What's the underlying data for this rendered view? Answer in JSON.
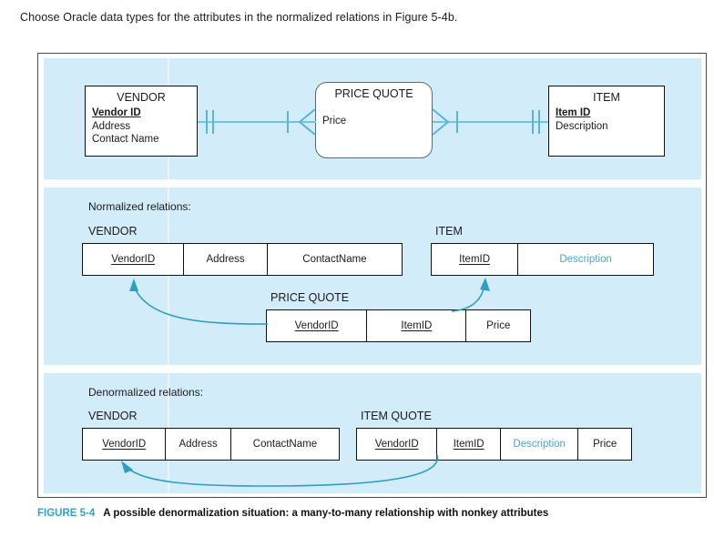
{
  "prompt": "Choose Oracle data types for the attributes in the normalized relations in Figure 5-4b.",
  "colors": {
    "panel_background": "#d3ecf9",
    "highlight_attribute": "#4ba3d8",
    "arrow": "#2a9fc4",
    "figure_number": "#29a3d9",
    "border": "#111111"
  },
  "er_diagram": {
    "entities": [
      {
        "name": "VENDOR",
        "type": "entity",
        "attributes": [
          {
            "label": "Vendor ID",
            "key": true
          },
          {
            "label": "Address",
            "key": false
          },
          {
            "label": "Contact Name",
            "key": false
          }
        ]
      },
      {
        "name": "PRICE QUOTE",
        "type": "associative-entity",
        "attributes": [
          {
            "label": "Price",
            "key": false
          }
        ]
      },
      {
        "name": "ITEM",
        "type": "entity",
        "attributes": [
          {
            "label": "Item ID",
            "key": true
          },
          {
            "label": "Description",
            "key": false
          }
        ]
      }
    ],
    "relationships": [
      {
        "from": "VENDOR",
        "to": "PRICE QUOTE",
        "from_cardinality": "mandatory-one",
        "to_cardinality": "mandatory-many"
      },
      {
        "from": "PRICE QUOTE",
        "to": "ITEM",
        "from_cardinality": "mandatory-many",
        "to_cardinality": "mandatory-one"
      }
    ]
  },
  "normalized": {
    "section_label": "Normalized relations:",
    "relations": [
      {
        "name": "VENDOR",
        "columns": [
          {
            "label": "VendorID",
            "key": true,
            "highlight": false
          },
          {
            "label": "Address",
            "key": false,
            "highlight": false
          },
          {
            "label": "ContactName",
            "key": false,
            "highlight": false
          }
        ]
      },
      {
        "name": "ITEM",
        "columns": [
          {
            "label": "ItemID",
            "key": true,
            "highlight": false
          },
          {
            "label": "Description",
            "key": false,
            "highlight": true
          }
        ]
      },
      {
        "name": "PRICE QUOTE",
        "columns": [
          {
            "label": "VendorID",
            "key": true,
            "highlight": false
          },
          {
            "label": "ItemID",
            "key": true,
            "highlight": false
          },
          {
            "label": "Price",
            "key": false,
            "highlight": false
          }
        ]
      }
    ],
    "foreign_keys": [
      {
        "from": "PRICE QUOTE.VendorID",
        "to": "VENDOR.VendorID"
      },
      {
        "from": "PRICE QUOTE.ItemID",
        "to": "ITEM.ItemID"
      }
    ]
  },
  "denormalized": {
    "section_label": "Denormalized relations:",
    "relations": [
      {
        "name": "VENDOR",
        "columns": [
          {
            "label": "VendorID",
            "key": true,
            "highlight": false
          },
          {
            "label": "Address",
            "key": false,
            "highlight": false
          },
          {
            "label": "ContactName",
            "key": false,
            "highlight": false
          }
        ]
      },
      {
        "name": "ITEM QUOTE",
        "columns": [
          {
            "label": "VendorID",
            "key": true,
            "highlight": false
          },
          {
            "label": "ItemID",
            "key": true,
            "highlight": false
          },
          {
            "label": "Description",
            "key": false,
            "highlight": true
          },
          {
            "label": "Price",
            "key": false,
            "highlight": false
          }
        ]
      }
    ],
    "foreign_keys": [
      {
        "from": "ITEM QUOTE.VendorID",
        "to": "VENDOR.VendorID"
      }
    ]
  },
  "caption": {
    "figure_number": "FIGURE 5-4",
    "text": "A possible denormalization situation: a many-to-many relationship with nonkey attributes"
  }
}
